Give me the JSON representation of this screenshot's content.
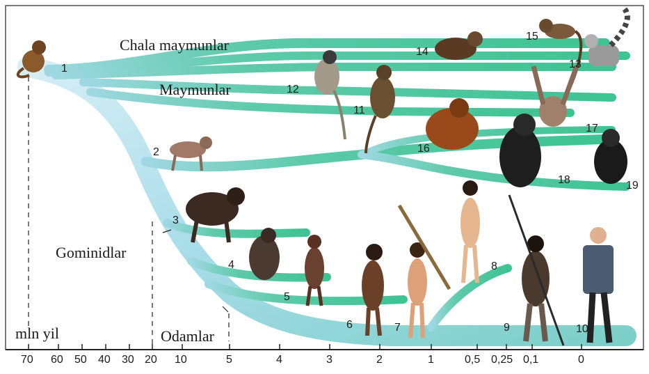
{
  "labels": {
    "chala": "Chala maymunlar",
    "maymunlar": "Maymunlar",
    "gominidlar": "Gominidlar",
    "odamlar": "Odamlar",
    "axis_unit": "mln yil"
  },
  "numbers": [
    "1",
    "2",
    "3",
    "4",
    "5",
    "6",
    "7",
    "8",
    "9",
    "10",
    "11",
    "12",
    "13",
    "14",
    "15",
    "16",
    "17",
    "18",
    "19"
  ],
  "axis_ticks": [
    "70",
    "60",
    "50",
    "40",
    "30",
    "20",
    "10",
    "5",
    "4",
    "3",
    "2",
    "1",
    "0,5",
    "0,25",
    "0,1",
    "0"
  ],
  "colors": {
    "trunk_light": "#bfe2ef",
    "trunk_mid": "#8fd0dc",
    "branch_green": "#4cc49a",
    "frame": "#222222",
    "fur_dark": "#3a2a1e",
    "fur_brown": "#7a5030",
    "skin": "#e6b690"
  },
  "icons": [
    "primate-figure",
    "human-figure"
  ]
}
